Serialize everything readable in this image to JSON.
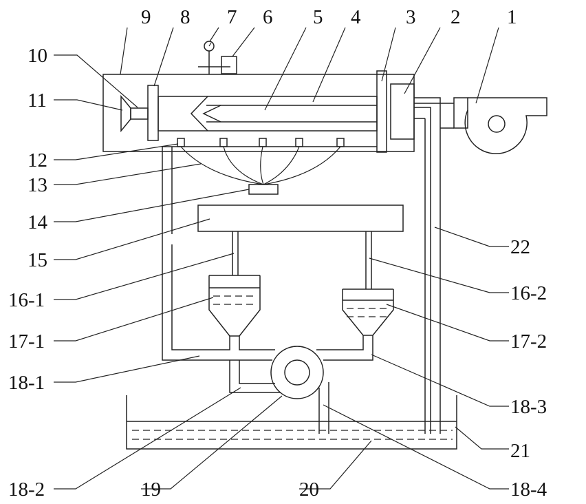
{
  "labels": {
    "n1": "1",
    "n2": "2",
    "n3": "3",
    "n4": "4",
    "n5": "5",
    "n6": "6",
    "n7": "7",
    "n8": "8",
    "n9": "9",
    "n10": "10",
    "n11": "11",
    "n12": "12",
    "n13": "13",
    "n14": "14",
    "n15": "15",
    "n16_1": "16-1",
    "n16_2": "16-2",
    "n17_1": "17-1",
    "n17_2": "17-2",
    "n18_1": "18-1",
    "n18_2": "18-2",
    "n18_3": "18-3",
    "n18_4": "18-4",
    "n19": "19",
    "n20": "20",
    "n21": "21",
    "n22": "22"
  }
}
